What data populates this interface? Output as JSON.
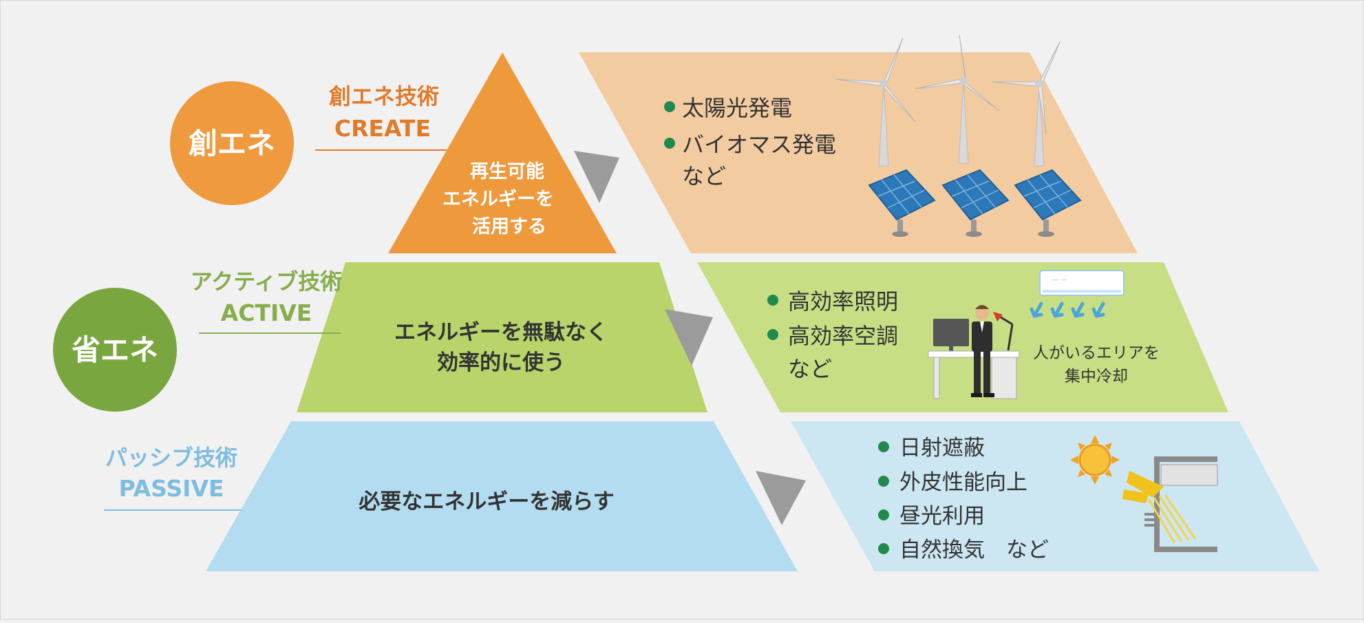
{
  "colors": {
    "background": "#f1f1f1",
    "create_circle": "#ef9a3f",
    "create_tier": "#ef993d",
    "create_panel": "#f3cba0",
    "create_label": "#e07b2a",
    "active_circle": "#7aa640",
    "active_tier": "#b8d46a",
    "active_panel": "#c7de84",
    "active_label": "#86ad4c",
    "passive_tier": "#b3dcf0",
    "passive_panel": "#cce6f2",
    "passive_label": "#7fbde0",
    "arrow": "#9b9b9b",
    "bullet": "#1f8a4c",
    "text_dark": "#333333",
    "white": "#ffffff"
  },
  "circles": {
    "create": "創エネ",
    "save": "省エネ"
  },
  "tiers": {
    "create": {
      "label_jp": "創エネ技術",
      "label_en": "CREATE",
      "text_lines": [
        "再生可能",
        "エネルギーを",
        "活用する"
      ]
    },
    "active": {
      "label_jp": "アクティブ技術",
      "label_en": "ACTIVE",
      "text_lines": [
        "エネルギーを無駄なく",
        "効率的に使う"
      ]
    },
    "passive": {
      "label_jp": "パッシブ技術",
      "label_en": "PASSIVE",
      "text_lines": [
        "必要なエネルギーを減らす"
      ]
    }
  },
  "panels": {
    "create": {
      "items": [
        "太陽光発電",
        "バイオマス発電"
      ],
      "suffix": "など",
      "illustration": "wind-turbines-and-solar-panels"
    },
    "active": {
      "items": [
        "高効率照明",
        "高効率空調"
      ],
      "suffix": "など",
      "note_lines": [
        "人がいるエリアを",
        "集中冷却"
      ],
      "illustration": "office-worker-with-air-conditioner"
    },
    "passive": {
      "items": [
        "日射遮蔽",
        "外皮性能向上",
        "昼光利用",
        "自然換気　など"
      ],
      "illustration": "sun-and-window-louver"
    }
  }
}
